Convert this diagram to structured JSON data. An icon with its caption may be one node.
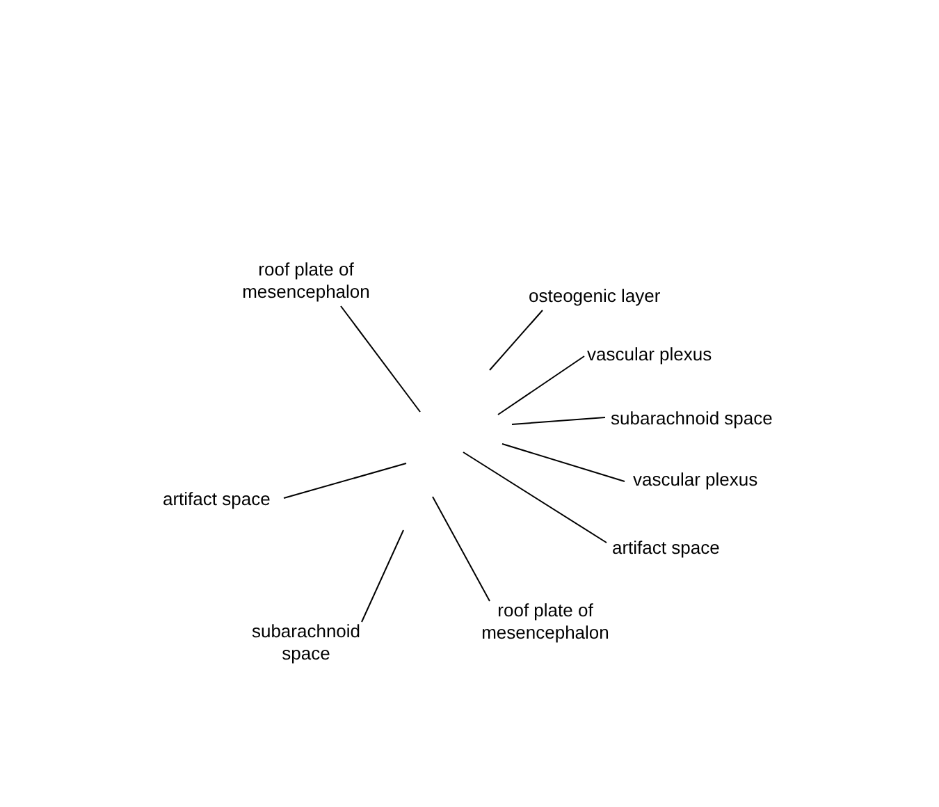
{
  "diagram": {
    "nodes": [
      {
        "text": [
          "roof plate of mesencephalon"
        ]
      },
      {
        "text": [
          "osteogenic layer"
        ]
      },
      {
        "text": [
          "vascular plexus"
        ]
      },
      {
        "text": [
          "subarachnoid space"
        ]
      },
      {
        "text": [
          "vascular plexus"
        ]
      },
      {
        "text": [
          "artifact space"
        ]
      },
      {
        "text": [
          "artifact space"
        ]
      },
      {
        "text": [
          "roof plate of mesencephalon"
        ]
      },
      {
        "text": [
          "subarachnoid space"
        ]
      }
    ],
    "edges": [
      {
        "from": 0,
        "to": null,
        "arrow": "none"
      },
      {
        "from": 1,
        "to": null,
        "arrow": "none"
      },
      {
        "from": 2,
        "to": null,
        "arrow": "none"
      },
      {
        "from": 3,
        "to": null,
        "arrow": "none"
      },
      {
        "from": 4,
        "to": null,
        "arrow": "none"
      },
      {
        "from": 5,
        "to": null,
        "arrow": "none"
      },
      {
        "from": 6,
        "to": null,
        "arrow": "none"
      },
      {
        "from": 7,
        "to": null,
        "arrow": "none"
      },
      {
        "from": 8,
        "to": null,
        "arrow": "none"
      }
    ]
  }
}
